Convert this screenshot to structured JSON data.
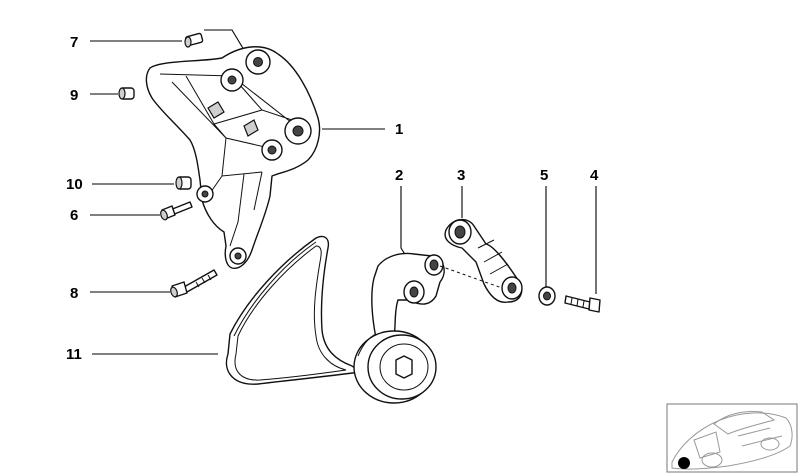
{
  "callouts": [
    {
      "id": "7",
      "label": "7"
    },
    {
      "id": "9",
      "label": "9"
    },
    {
      "id": "1",
      "label": "1"
    },
    {
      "id": "10",
      "label": "10"
    },
    {
      "id": "6",
      "label": "6"
    },
    {
      "id": "8",
      "label": "8"
    },
    {
      "id": "11",
      "label": "11"
    },
    {
      "id": "2",
      "label": "2"
    },
    {
      "id": "3",
      "label": "3"
    },
    {
      "id": "5",
      "label": "5"
    },
    {
      "id": "4",
      "label": "4"
    }
  ],
  "parts": {
    "1": "bracket",
    "2": "tensioner-arm-pulley",
    "3": "hydraulic-tensioner",
    "4": "bolt",
    "5": "washer",
    "6": "bolt",
    "7": "bolt",
    "8": "bolt",
    "9": "sleeve",
    "10": "sleeve",
    "11": "ribbed-v-belt"
  },
  "icons": [
    "car-location-icon"
  ]
}
